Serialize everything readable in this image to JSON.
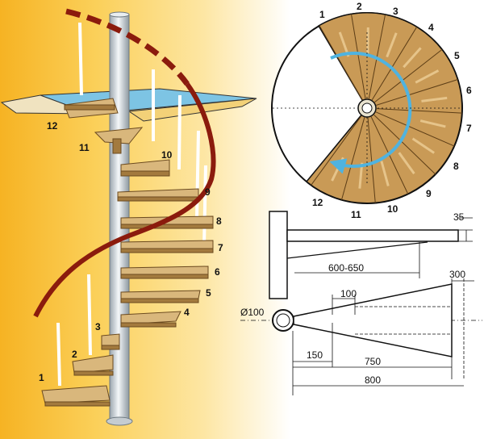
{
  "stair_3d": {
    "step_numbers": [
      "1",
      "2",
      "3",
      "4",
      "5",
      "6",
      "7",
      "8",
      "9",
      "10",
      "11",
      "12"
    ],
    "colors": {
      "wood": "#d9b77c",
      "wood_dark": "#a37a3e",
      "handrail": "#8b1b0d",
      "pole": "#d2d8dd",
      "platform": "#7dc4e4"
    }
  },
  "plan_view": {
    "tread_numbers": [
      "1",
      "2",
      "3",
      "4",
      "5",
      "6",
      "7",
      "8",
      "9",
      "10",
      "11",
      "12"
    ],
    "colors": {
      "wood": "#c99a56",
      "arrow": "#4fb3e0"
    }
  },
  "dimensions": {
    "tread_thickness": "35",
    "tread_length_range": "600-650",
    "outer_width": "300",
    "inner_width": "100",
    "pole_diameter": "Ø100",
    "offset": "150",
    "length": "750",
    "total_length": "800"
  }
}
